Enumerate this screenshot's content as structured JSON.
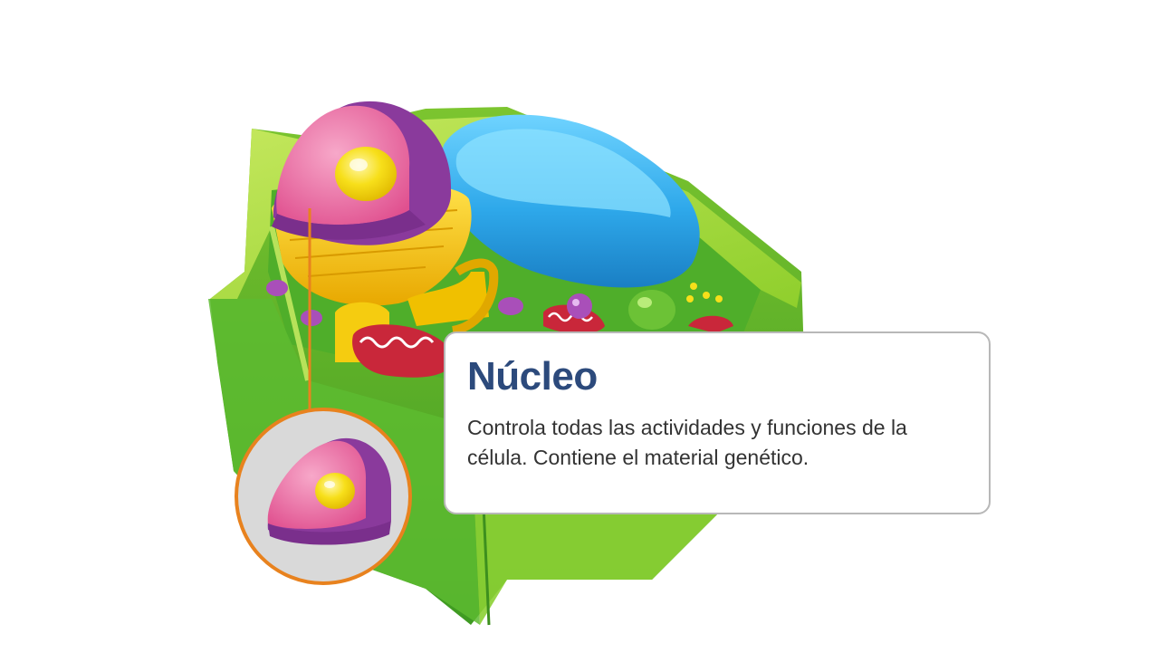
{
  "callout": {
    "title": "Núcleo",
    "description": "Controla todas las actividades y funciones de la célula. Contiene el material genético."
  },
  "hotspot": {
    "organelle": "nucleus",
    "ring_color": "#e8821e"
  },
  "colors": {
    "title": "#2c4a7c",
    "cell_wall": "#a8d84a",
    "cytoplasm": "#5cb82e",
    "nucleus_outer": "#8a3a9c",
    "nucleus_inner": "#e45a95",
    "nucleolus": "#f5d800",
    "vacuole": "#2ba6e8",
    "golgi": "#f2c200",
    "mitochondria": "#c9273a",
    "chloroplast": "#6cc236",
    "accent": "#e8821e"
  }
}
